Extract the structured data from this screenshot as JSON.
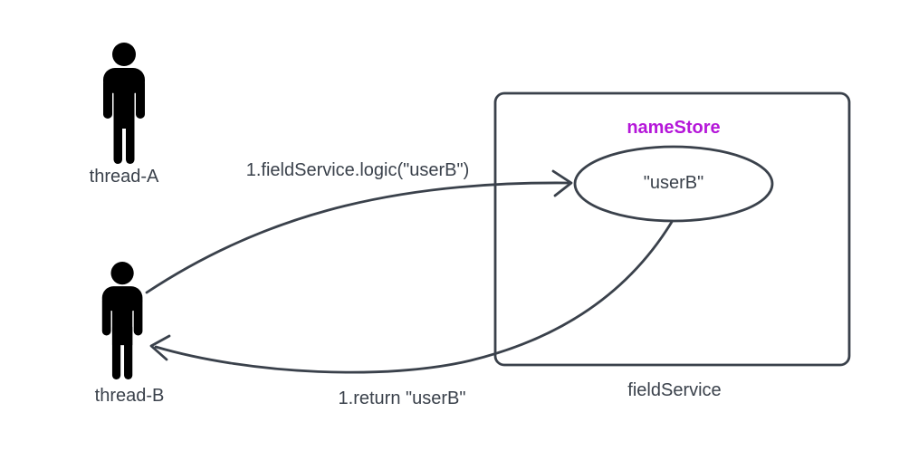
{
  "actors": [
    {
      "label": "thread-A"
    },
    {
      "label": "thread-B"
    }
  ],
  "system": {
    "label": "fieldService"
  },
  "store": {
    "title": "nameStore",
    "value": "\"userB\""
  },
  "messages": [
    {
      "label": "1.fieldService.logic(\"userB\")",
      "from": "thread-B",
      "to": "nameStore"
    },
    {
      "label": "1.return \"userB\"",
      "from": "nameStore",
      "to": "thread-B"
    }
  ],
  "colors": {
    "stroke": "#3a414b",
    "store_title": "#b517d9",
    "actor": "#000000",
    "background": "#ffffff"
  }
}
